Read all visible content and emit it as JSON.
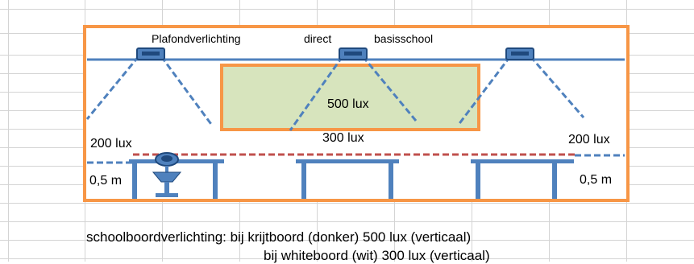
{
  "diagram": {
    "title": {
      "part1": "Plafondverlichting",
      "part2": "direct",
      "part3": "basisschool"
    },
    "board_lux": "500 lux",
    "board_bottom_lux": "300 lux",
    "left_lux": "200 lux",
    "right_lux": "200 lux",
    "left_height": "0,5 m",
    "right_height": "0,5 m"
  },
  "notes": {
    "line1": "schoolboordverlichting: bij krijtboord (donker) 500 lux (verticaal)",
    "line2": "bij whiteboord (wit) 300 lux (verticaal)"
  },
  "colors": {
    "frame": "#f79646",
    "blue": "#4f81bd",
    "board_fill": "#d7e4bd",
    "red_dashed": "#c0504d",
    "grid": "#d4d4d4",
    "lamp": "#4f81bd",
    "lamp_dark": "#1f497d"
  }
}
